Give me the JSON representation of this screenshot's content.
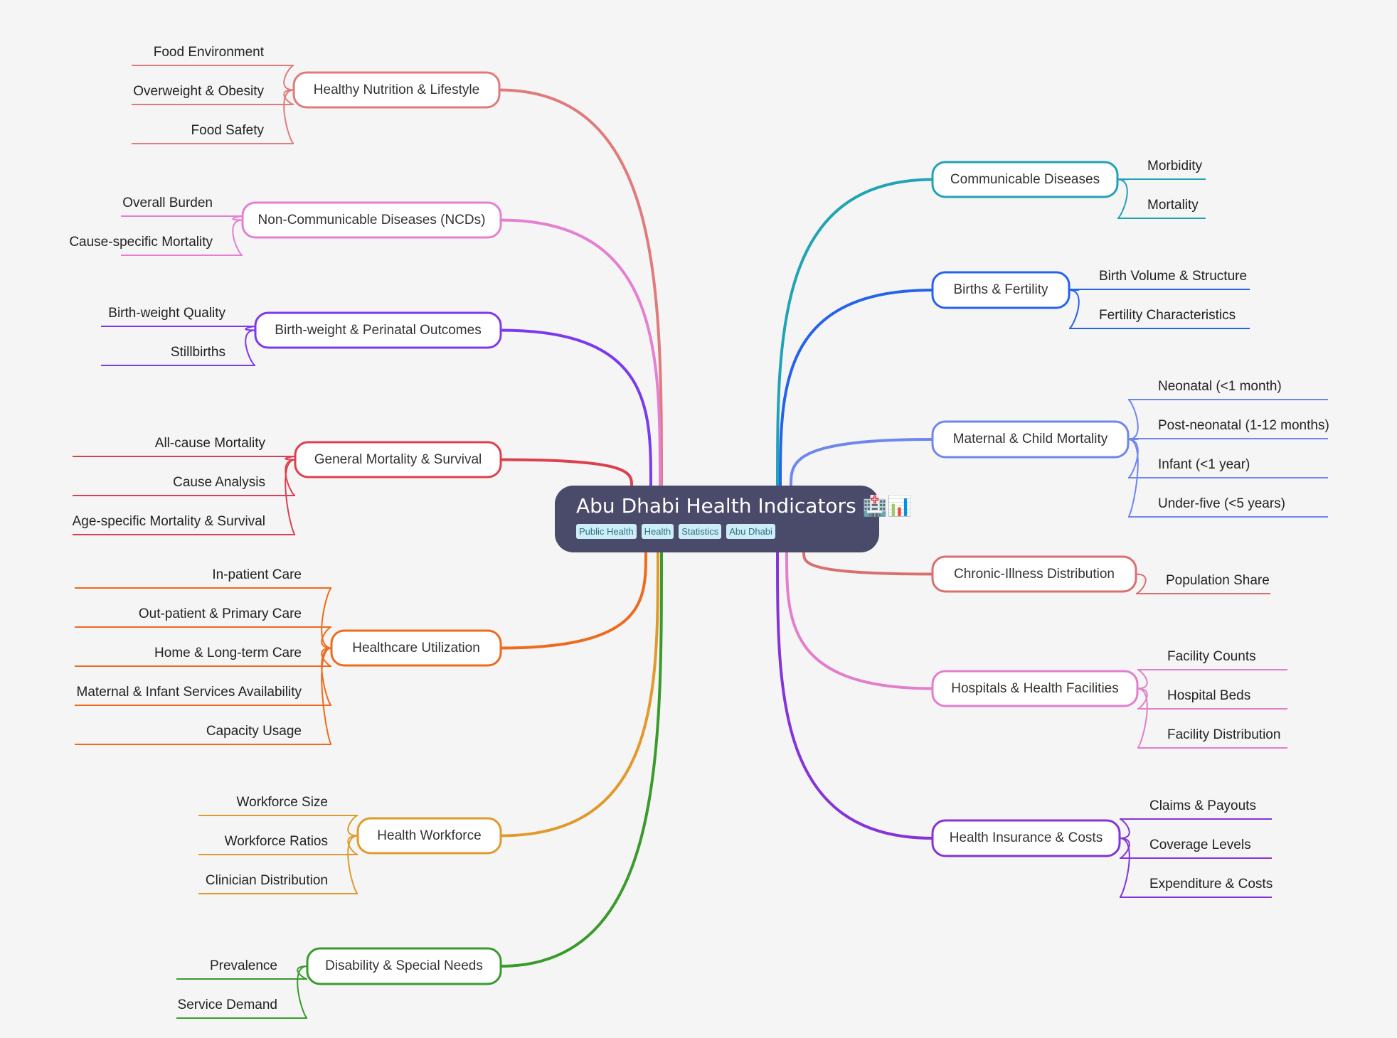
{
  "root": {
    "title": "Abu Dhabi Health Indicators 🏥📊",
    "tags": [
      "Public Health",
      "Health",
      "Statistics",
      "Abu Dhabi"
    ]
  },
  "colors": {
    "background": "#f5f5f5",
    "root": "#4a4b6a",
    "tag_bg": "#cdeef6",
    "tag_text": "#2f6f86"
  },
  "branches": [
    {
      "label": "Healthy Nutrition & Lifestyle",
      "side": "left",
      "color": "#e07b7b",
      "children": [
        "Food Environment",
        "Overweight & Obesity",
        "Food Safety"
      ]
    },
    {
      "label": "Non-Communicable Diseases (NCDs)",
      "side": "left",
      "color": "#e57fd2",
      "children": [
        "Overall Burden",
        "Cause-specific Mortality"
      ]
    },
    {
      "label": "Birth-weight & Perinatal Outcomes",
      "side": "left",
      "color": "#7c3aed",
      "children": [
        "Birth-weight Quality",
        "Stillbirths"
      ]
    },
    {
      "label": "General Mortality & Survival",
      "side": "left",
      "color": "#dc4050",
      "children": [
        "All-cause Mortality",
        "Cause Analysis",
        "Age-specific Mortality & Survival"
      ]
    },
    {
      "label": "Healthcare Utilization",
      "side": "left",
      "color": "#ee6a1c",
      "children": [
        "In-patient Care",
        "Out-patient & Primary Care",
        "Home & Long-term Care",
        "Maternal & Infant Services Availability",
        "Capacity Usage"
      ]
    },
    {
      "label": "Health Workforce",
      "side": "left",
      "color": "#e09a2c",
      "children": [
        "Workforce Size",
        "Workforce Ratios",
        "Clinician Distribution"
      ]
    },
    {
      "label": "Disability & Special Needs",
      "side": "left",
      "color": "#3a9a2c",
      "children": [
        "Prevalence",
        "Service Demand"
      ]
    },
    {
      "label": "Communicable Diseases",
      "side": "right",
      "color": "#21a3b5",
      "children": [
        "Morbidity",
        "Mortality"
      ]
    },
    {
      "label": "Births & Fertility",
      "side": "right",
      "color": "#2563eb",
      "children": [
        "Birth Volume & Structure",
        "Fertility Characteristics"
      ]
    },
    {
      "label": "Maternal & Child Mortality",
      "side": "right",
      "color": "#6f86ee",
      "children": [
        "Neonatal (<1 month)",
        "Post-neonatal (1-12 months)",
        "Infant (<1 year)",
        "Under-five (<5 years)"
      ]
    },
    {
      "label": "Chronic-Illness Distribution",
      "side": "right",
      "color": "#d96f6f",
      "children": [
        "Population Share"
      ]
    },
    {
      "label": "Hospitals & Health Facilities",
      "side": "right",
      "color": "#e27fcc",
      "children": [
        "Facility Counts",
        "Hospital Beds",
        "Facility Distribution"
      ]
    },
    {
      "label": "Health Insurance & Costs",
      "side": "right",
      "color": "#8434d8",
      "children": [
        "Claims & Payouts",
        "Coverage Levels",
        "Expenditure & Costs"
      ]
    }
  ]
}
